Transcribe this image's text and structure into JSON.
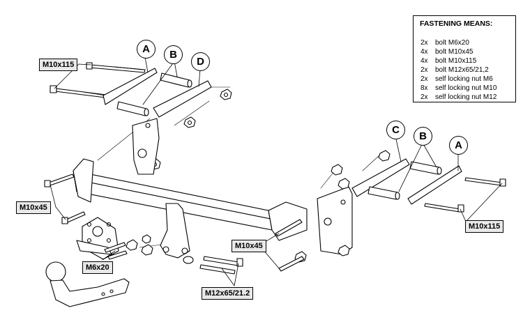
{
  "fastening": {
    "title": "FASTENING MEANS:",
    "items": [
      {
        "qty": "2x",
        "desc": "bolt M6x20"
      },
      {
        "qty": "4x",
        "desc": "bolt M10x45"
      },
      {
        "qty": "4x",
        "desc": "bolt M10x115"
      },
      {
        "qty": "2x",
        "desc": "bolt M12x65/21,2"
      },
      {
        "qty": "2x",
        "desc": "self locking nut M6"
      },
      {
        "qty": "8x",
        "desc": "self locking nut M10"
      },
      {
        "qty": "2x",
        "desc": "self locking nut M12"
      }
    ]
  },
  "labels": {
    "m10x115_left": "M10x115",
    "m10x45_left": "M10x45",
    "m6x20": "M6x20",
    "m10x45_center": "M10x45",
    "m12x65": "M12x65/21.2",
    "m10x115_right": "M10x115"
  },
  "callouts": {
    "a_left": "A",
    "b_left": "B",
    "d_left": "D",
    "c_right": "C",
    "b_right": "B",
    "a_right": "A"
  },
  "colors": {
    "line": "#000000",
    "label_bg": "#e9e9e9",
    "part_fill": "#ffffff"
  }
}
